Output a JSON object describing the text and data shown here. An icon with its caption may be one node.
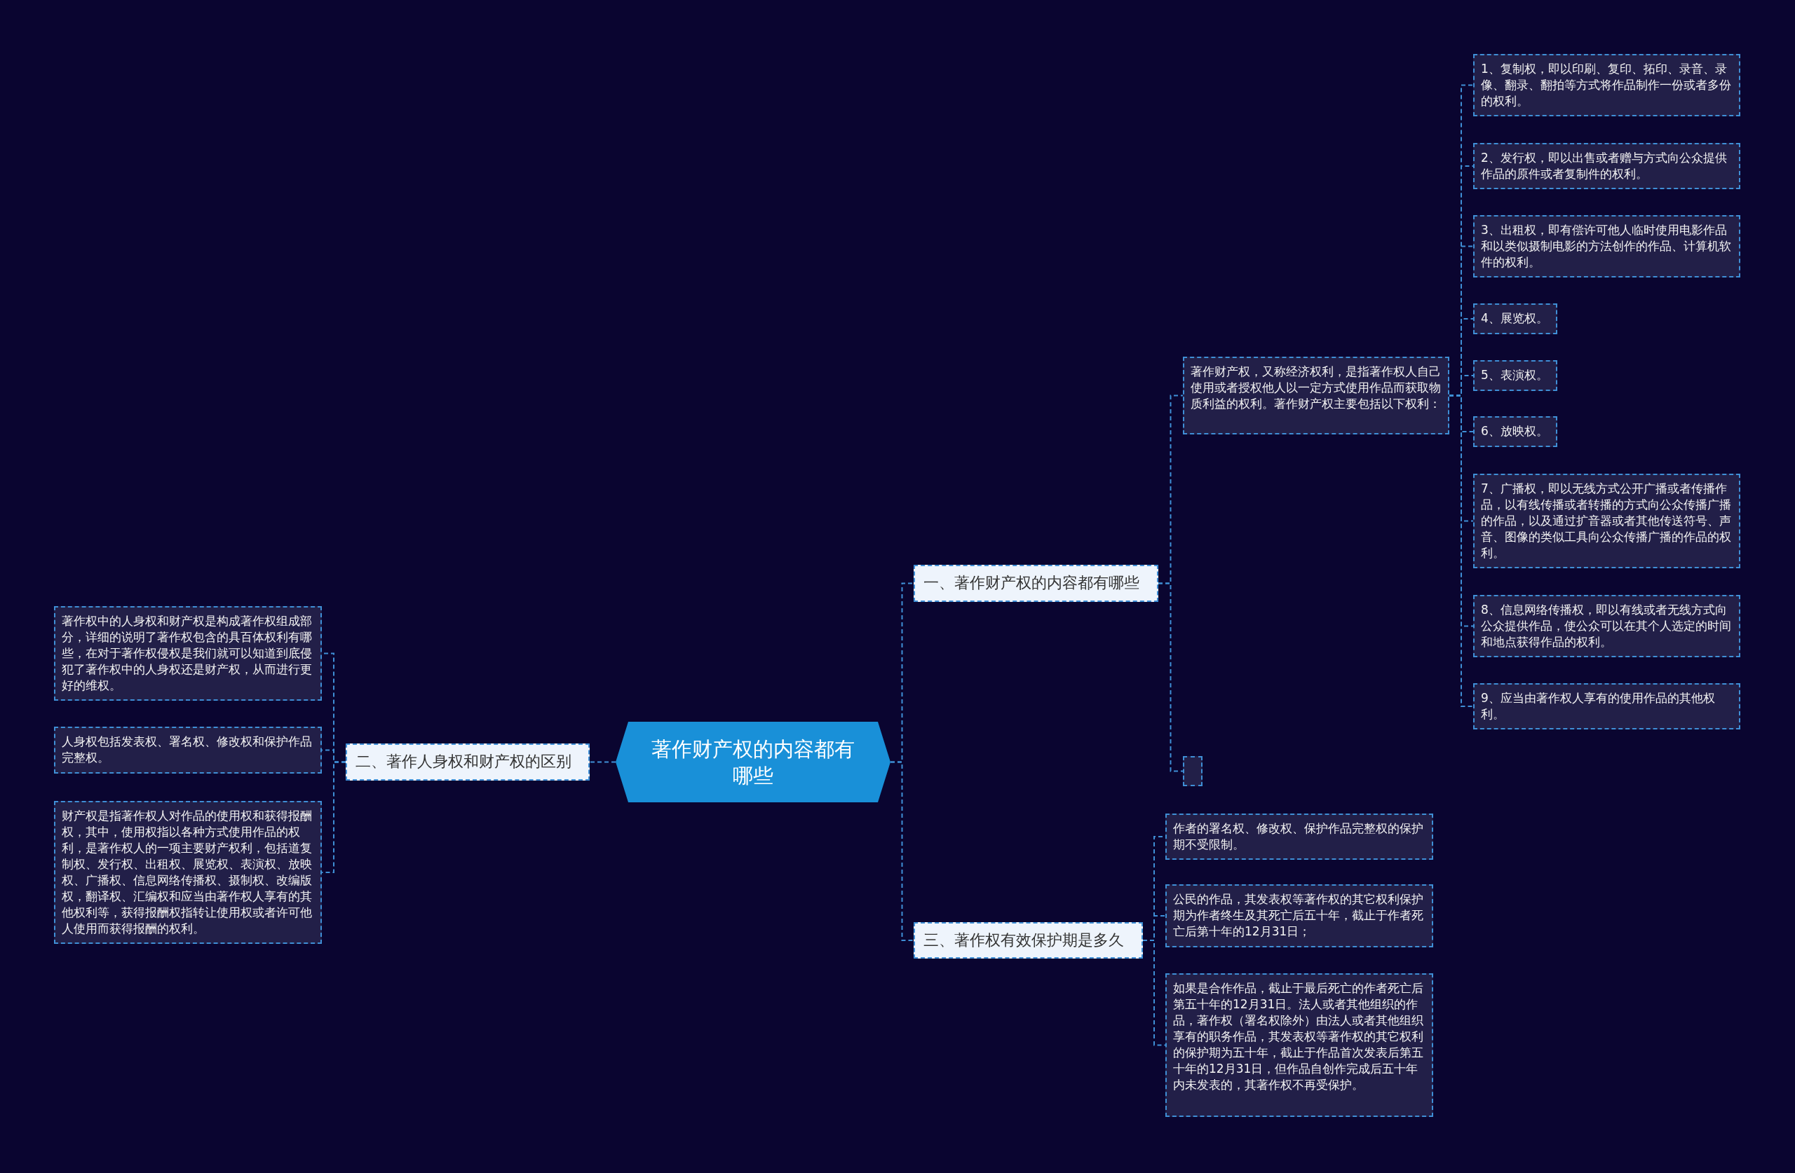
{
  "diagram": {
    "nodes": [
      {
        "text": [
          "著作财产权的内容都有哪些"
        ]
      },
      {
        "text": [
          "一、著作财产权的内容都有哪些"
        ]
      },
      {
        "text": [
          "二、著作人身权和财产权的区别"
        ]
      },
      {
        "text": [
          "三、著作权有效保护期是多久"
        ]
      },
      {
        "text": [
          "著作财产权，又称经济权利，是指著作权人自己使用或者授权他人以一定方式使用作品而获取物质利益的权利。著作财产权主要包括以下权利："
        ]
      },
      {
        "text": [],
        "shape": "box"
      },
      {
        "text": [
          "1、复制权，即以印刷、复印、拓印、录音、录像、翻录、翻拍等方式将作品制作一份或者多份的权利。"
        ]
      },
      {
        "text": [
          "2、发行权，即以出售或者赠与方式向公众提供作品的原件或者复制件的权利。"
        ]
      },
      {
        "text": [
          "3、出租权，即有偿许可他人临时使用电影作品和以类似摄制电影的方法创作的作品、计算机软件的权利。"
        ]
      },
      {
        "text": [
          "4、展览权。"
        ]
      },
      {
        "text": [
          "5、表演权。"
        ]
      },
      {
        "text": [
          "6、放映权。"
        ]
      },
      {
        "text": [
          "7、广播权，即以无线方式公开广播或者传播作品，以有线传播或者转播的方式向公众传播广播的作品，以及通过扩音器或者其他传送符号、声音、图像的类似工具向公众传播广播的作品的权利。"
        ]
      },
      {
        "text": [
          "8、信息网络传播权，即以有线或者无线方式向公众提供作品，使公众可以在其个人选定的时间和地点获得作品的权利。"
        ]
      },
      {
        "text": [
          "9、应当由著作权人享有的使用作品的其他权利。"
        ]
      },
      {
        "text": [
          "著作权中的人身权和财产权是构成著作权组成部分，详细的说明了著作权包含的具百体权利有哪些，在对于著作权侵权是我们就可以知道到底侵犯了著作权中的人身权还是财产权，从而进行更好的维权。"
        ]
      },
      {
        "text": [
          "人身权包括发表权、署名权、修改权和保护作品完整权。"
        ]
      },
      {
        "text": [
          "财产权是指著作权人对作品的使用权和获得报酬权，其中，使用权指以各种方式使用作品的权利，是著作权人的一项主要财产权利，包括道复制权、发行权、出租权、展览权、表演权、放映权、广播权、信息网络传播权、摄制权、改编版权，翻译权、汇编权和应当由著作权人享有的其他权利等，获得报酬权指转让使用权或者许可他人使用而获得报酬的权利。"
        ]
      },
      {
        "text": [
          "作者的署名权、修改权、保护作品完整权的保护期不受限制。"
        ]
      },
      {
        "text": [
          "公民的作品，其发表权等著作权的其它权利保护期为作者终生及其死亡后五十年，截止于作者死亡后第十年的12月31日；"
        ]
      },
      {
        "text": [
          "如果是合作作品，截止于最后死亡的作者死亡后第五十年的12月31日。法人或者其他组织的作品，著作权（署名权除外）由法人或者其他组织享有的职务作品，其发表权等著作权的其它权利的保护期为五十年，截止于作品首次发表后第五十年的12月31日，但作品自创作完成后五十年内未发表的，其著作权不再受保护。"
        ]
      }
    ],
    "edges": [
      {
        "from": 0,
        "to": 1,
        "arrow": "none"
      },
      {
        "from": 0,
        "to": 2,
        "arrow": "none"
      },
      {
        "from": 0,
        "to": 3,
        "arrow": "none"
      },
      {
        "from": 1,
        "to": 4,
        "arrow": "none"
      },
      {
        "from": 1,
        "to": 5,
        "arrow": "none"
      },
      {
        "from": 4,
        "to": 6,
        "arrow": "none"
      },
      {
        "from": 4,
        "to": 7,
        "arrow": "none"
      },
      {
        "from": 4,
        "to": 8,
        "arrow": "none"
      },
      {
        "from": 4,
        "to": 9,
        "arrow": "none"
      },
      {
        "from": 4,
        "to": 10,
        "arrow": "none"
      },
      {
        "from": 4,
        "to": 11,
        "arrow": "none"
      },
      {
        "from": 4,
        "to": 12,
        "arrow": "none"
      },
      {
        "from": 4,
        "to": 13,
        "arrow": "none"
      },
      {
        "from": 4,
        "to": 14,
        "arrow": "none"
      },
      {
        "from": 2,
        "to": 15,
        "arrow": "none"
      },
      {
        "from": 2,
        "to": 16,
        "arrow": "none"
      },
      {
        "from": 2,
        "to": 17,
        "arrow": "none"
      },
      {
        "from": 3,
        "to": 18,
        "arrow": "none"
      },
      {
        "from": 3,
        "to": 19,
        "arrow": "none"
      },
      {
        "from": 3,
        "to": 20,
        "arrow": "none"
      }
    ]
  }
}
